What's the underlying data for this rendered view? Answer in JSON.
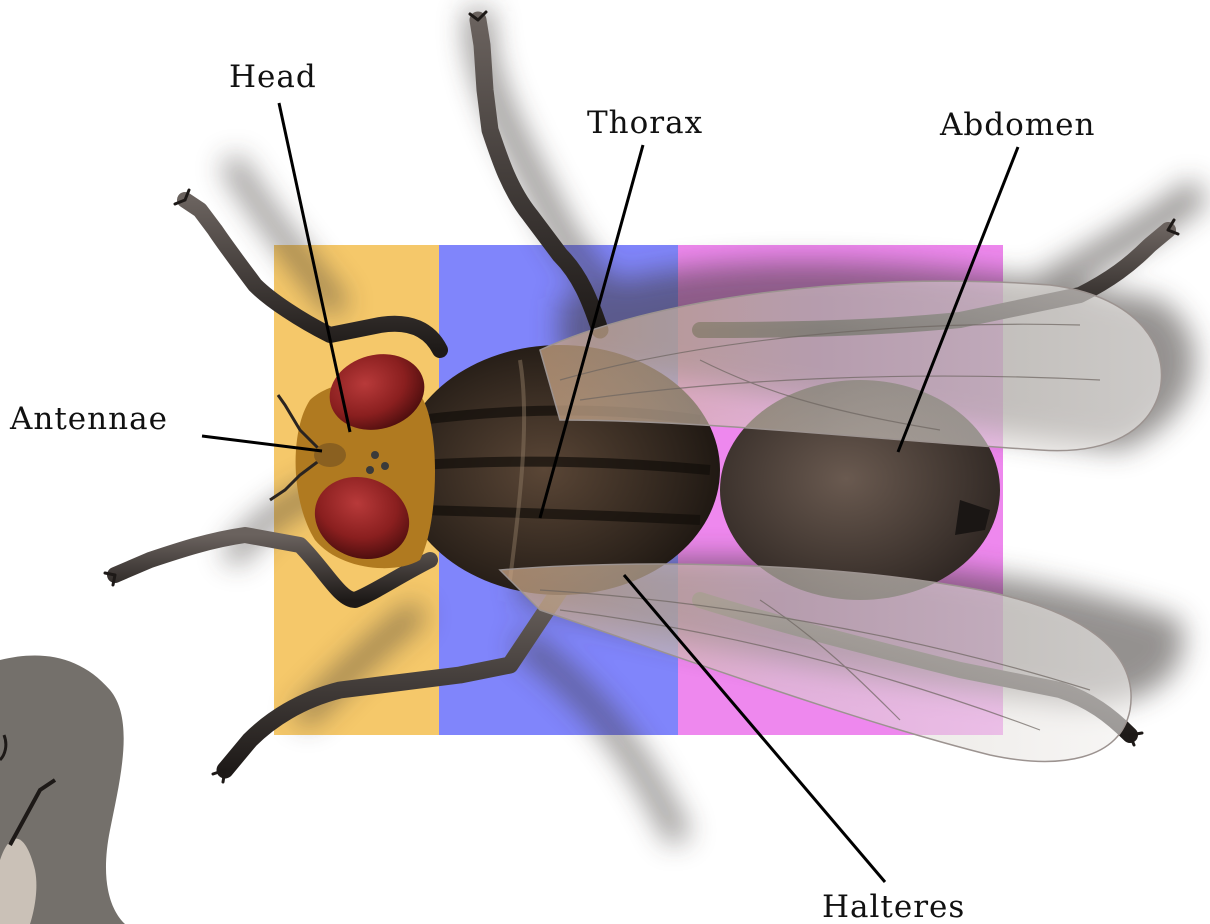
{
  "colors": {
    "head_region": "#f5c86a",
    "thorax_region": "#8085fb",
    "abdomen_region": "#ee88ee",
    "eye": "#8a1f1f",
    "leg": "#2e2a28",
    "body": "#3a2c22",
    "wing": "#e6e2de",
    "label_line": "#000000"
  },
  "labels": {
    "head": "Head",
    "thorax": "Thorax",
    "abdomen": "Abdomen",
    "antennae": "Antennae",
    "halteres": "Halteres"
  }
}
